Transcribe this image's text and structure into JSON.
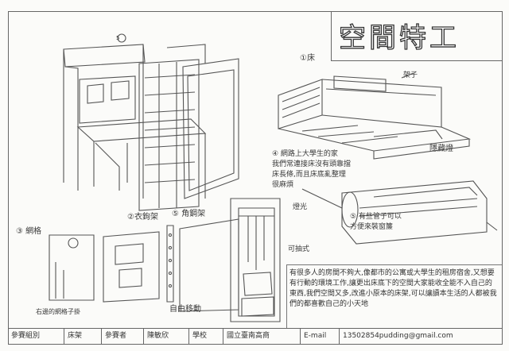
{
  "title": "空間特工",
  "labels": {
    "bed": "①床",
    "bed_shelf": "架子",
    "hidden_lamp": "隱藏燈",
    "bed_note": "④ 網路上大學生的家\n我們常連接床沒有頭靠擋\n床長條,而且床底亂整理\n很麻煩",
    "roller_note": "⑤ 有些管子可以\n方便來裝窗簾",
    "grid": "③ 網格",
    "grid_caption": "右邊的網格子掛",
    "cloth_hook": "②衣鉤架",
    "angle_iron": "⑤ 角鋼架",
    "free_move": "自由移動",
    "light": "燈光",
    "movable": "可抽式",
    "marker": "5"
  },
  "description": "有很多人的房間不夠大,像都市的公寓或大學生的租房宿舍,又想要有行動的環境工作,讓更出床底下的空間大家能收全能不入自己的東西,我們空間又多,改進小原本的床架,可以讓讀本生活的人都被我們的都喜歡自己的小天地",
  "footer": {
    "group_label": "參賽組別",
    "group_value": "床架",
    "entrant_label": "參賽者",
    "entrant_value": "陳敏欣",
    "school_label": "學校",
    "school_value": "國立臺南高商",
    "email_label": "E-mail",
    "email_value": "13502854pudding@gmail.com"
  }
}
